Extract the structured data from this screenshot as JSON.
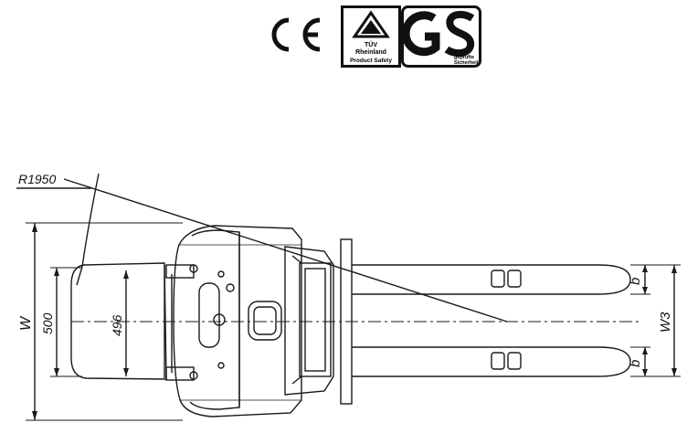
{
  "certifications": {
    "ce_mark": "CE",
    "tuv": {
      "line1": "TÜV",
      "line2": "Rheinland",
      "line3": "Product Safety"
    },
    "gs": {
      "mark": "GS",
      "sub1": "geprüfte",
      "sub2": "Sicherheit"
    }
  },
  "drawing": {
    "radius_label": "R1950",
    "dim_w": "W",
    "dim_500": "500",
    "dim_496": "496",
    "dim_b_top": "b",
    "dim_b_bottom": "b",
    "dim_w3": "W3",
    "line_color": "#1a1a1a"
  }
}
